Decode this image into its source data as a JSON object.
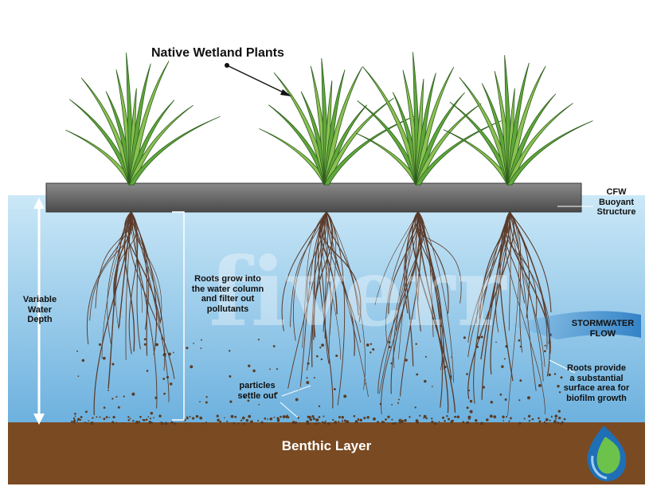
{
  "title": "Native Wetland Plants",
  "labels": {
    "cfw": "CFW\nBuoyant\nStructure",
    "variable_depth": "Variable\nWater\nDepth",
    "roots_column": "Roots grow into\nthe water column\nand filter out\npollutants",
    "particles": "particles\nsettle out",
    "stormwater": "STORMWATER\nFLOW",
    "roots_surface": "Roots provide\na substantial\nsurface area for\nbiofilm growth",
    "benthic": "Benthic Layer"
  },
  "watermark": "fiverr",
  "colors": {
    "water_top": "#c8e6f6",
    "water_bottom": "#6fb4e0",
    "benthic": "#7a4a22",
    "mat": "#5b5b5b",
    "leaf": "#5fa83a",
    "root": "#5a3a2a"
  }
}
